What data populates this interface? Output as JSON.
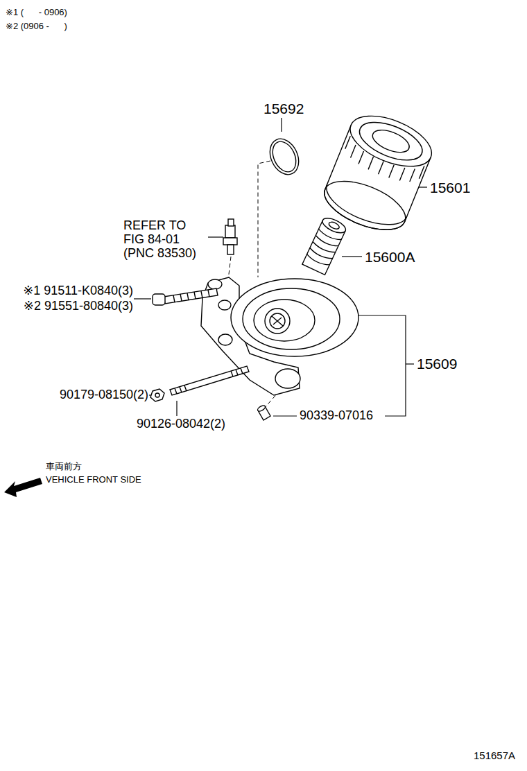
{
  "diagram": {
    "labels": [
      "※1 (      - 0906)",
      "※2 (0906 -      )",
      "15692",
      "15601",
      "15600A",
      "REFER TO FIG 84-01 (PNC 83530)",
      "※1 91511-K0840(3)",
      "※2 91551-80840(3)",
      "15609",
      "90179-08150(2)",
      "90126-08042(2)",
      "90339-07016",
      "車両前方",
      "VEHICLE FRONT SIDE",
      "151657A"
    ]
  }
}
